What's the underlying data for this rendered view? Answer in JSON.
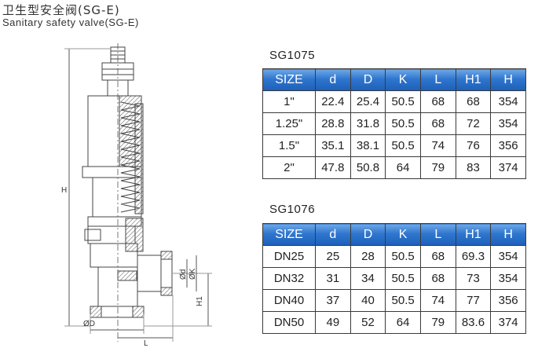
{
  "header": {
    "title_cn": "卫生型安全阀(SG-E)",
    "title_en": "Sanitary safety valve(SG-E)"
  },
  "drawing": {
    "dimension_labels": [
      "H",
      "H1",
      "L",
      "ØD",
      "Ød",
      "ØK"
    ]
  },
  "tables": [
    {
      "model": "SG1075",
      "columns": [
        "SIZE",
        "d",
        "D",
        "K",
        "L",
        "H1",
        "H"
      ],
      "rows": [
        [
          "1\"",
          "22.4",
          "25.4",
          "50.5",
          "68",
          "68",
          "354"
        ],
        [
          "1.25\"",
          "28.8",
          "31.8",
          "50.5",
          "68",
          "72",
          "354"
        ],
        [
          "1.5\"",
          "35.1",
          "38.1",
          "50.5",
          "74",
          "76",
          "356"
        ],
        [
          "2\"",
          "47.8",
          "50.8",
          "64",
          "79",
          "83",
          "374"
        ]
      ]
    },
    {
      "model": "SG1076",
      "columns": [
        "SIZE",
        "d",
        "D",
        "K",
        "L",
        "H1",
        "H"
      ],
      "rows": [
        [
          "DN25",
          "25",
          "28",
          "50.5",
          "68",
          "69.3",
          "354"
        ],
        [
          "DN32",
          "31",
          "34",
          "50.5",
          "68",
          "73",
          "354"
        ],
        [
          "DN40",
          "37",
          "40",
          "50.5",
          "74",
          "77",
          "356"
        ],
        [
          "DN50",
          "49",
          "52",
          "64",
          "79",
          "83.6",
          "374"
        ]
      ]
    }
  ],
  "colors": {
    "header_bg": "#2f76cf",
    "header_text": "#ffffff",
    "grid": "#3a3a3a"
  }
}
